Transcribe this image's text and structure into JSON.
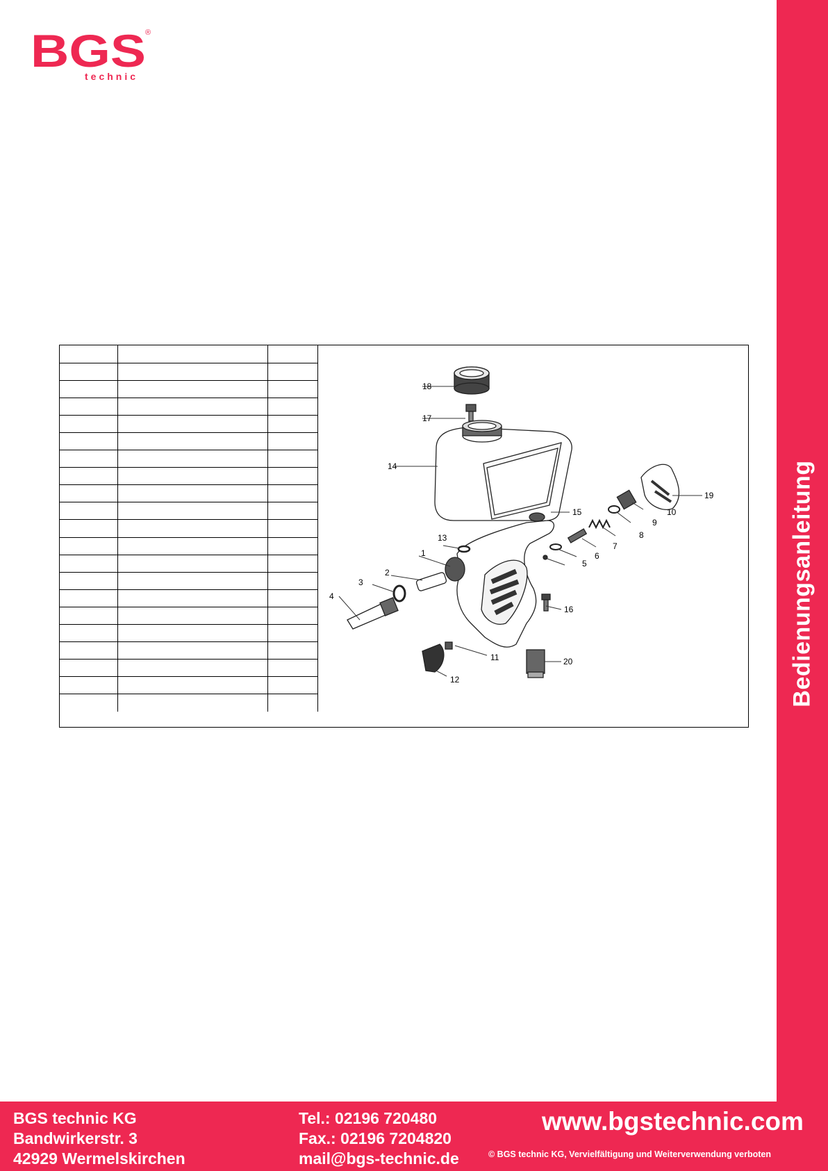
{
  "logo": {
    "brand": "BGS",
    "sub": "technic",
    "reg": "®"
  },
  "sidebar": {
    "label": "Bedienungsanleitung"
  },
  "parts_table": {
    "rows": [
      [
        "",
        "",
        ""
      ],
      [
        "",
        "",
        ""
      ],
      [
        "",
        "",
        ""
      ],
      [
        "",
        "",
        ""
      ],
      [
        "",
        "",
        ""
      ],
      [
        "",
        "",
        ""
      ],
      [
        "",
        "",
        ""
      ],
      [
        "",
        "",
        ""
      ],
      [
        "",
        "",
        ""
      ],
      [
        "",
        "",
        ""
      ],
      [
        "",
        "",
        ""
      ],
      [
        "",
        "",
        ""
      ],
      [
        "",
        "",
        ""
      ],
      [
        "",
        "",
        ""
      ],
      [
        "",
        "",
        ""
      ],
      [
        "",
        "",
        ""
      ],
      [
        "",
        "",
        ""
      ],
      [
        "",
        "",
        ""
      ],
      [
        "",
        "",
        ""
      ],
      [
        "",
        "",
        ""
      ],
      [
        "",
        "",
        ""
      ]
    ]
  },
  "diagram": {
    "callouts": [
      "1",
      "2",
      "3",
      "4",
      "5",
      "6",
      "7",
      "8",
      "9",
      "10",
      "11",
      "12",
      "13",
      "14",
      "15",
      "16",
      "17",
      "18",
      "19",
      "20"
    ]
  },
  "footer": {
    "company": "BGS technic KG",
    "street": "Bandwirkerstr. 3",
    "city": "42929 Wermelskirchen",
    "tel": "Tel.: 02196 720480",
    "fax": "Fax.: 02196 7204820",
    "mail": "mail@bgs-technic.de",
    "website": "www.bgstechnic.com",
    "copyright": "© BGS technic KG, Vervielfältigung und Weiterverwendung verboten"
  },
  "colors": {
    "accent": "#ee2852",
    "line": "#000000",
    "text_on_accent": "#ffffff"
  }
}
